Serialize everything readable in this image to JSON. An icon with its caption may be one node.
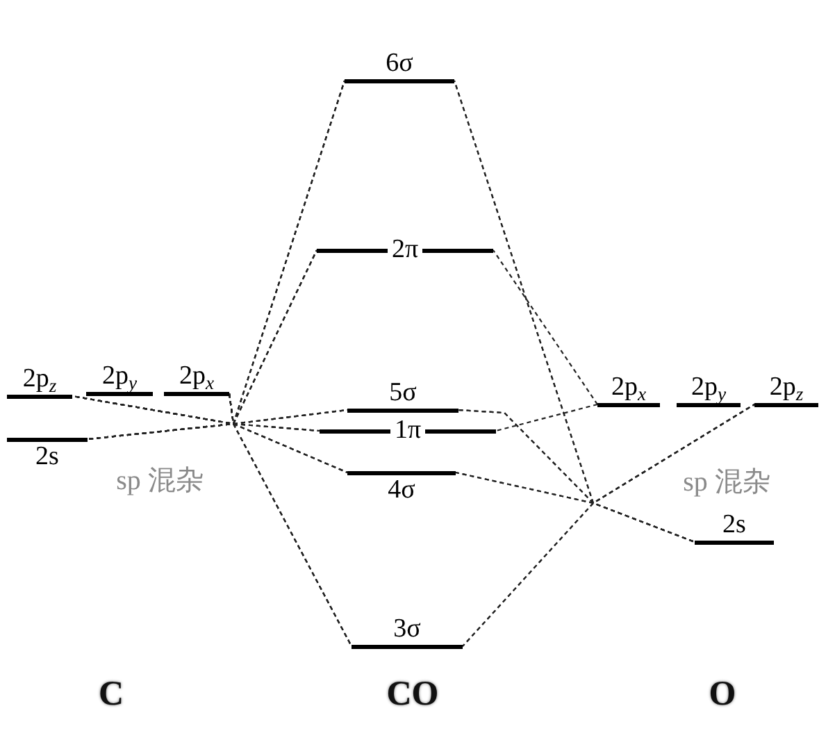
{
  "diagram": {
    "nodes": [
      {
        "text": [
          "2p$_{z}$"
        ]
      },
      {
        "text": [
          "2p$_{y}$"
        ]
      },
      {
        "text": [
          "2p$_{x}$"
        ]
      },
      {
        "text": [
          "2s"
        ]
      },
      {
        "text": [
          "6σ"
        ]
      },
      {
        "text": [
          "2π"
        ]
      },
      {
        "text": [
          "5σ"
        ]
      },
      {
        "text": [
          "1π"
        ]
      },
      {
        "text": [
          "4σ"
        ]
      },
      {
        "text": [
          "3σ"
        ]
      },
      {
        "text": [
          "2p$_{x}$"
        ]
      },
      {
        "text": [
          "2p$_{y}$"
        ]
      },
      {
        "text": [
          "2p$_{z}$"
        ]
      },
      {
        "text": [
          "2s"
        ]
      }
    ],
    "edges": [
      {
        "from": 0,
        "to": 4,
        "arrow": "none"
      },
      {
        "from": 0,
        "to": 5,
        "arrow": "none"
      },
      {
        "from": 0,
        "to": 6,
        "arrow": "none"
      },
      {
        "from": 0,
        "to": 7,
        "arrow": "none"
      },
      {
        "from": 0,
        "to": 8,
        "arrow": "none"
      },
      {
        "from": 0,
        "to": 9,
        "arrow": "none"
      },
      {
        "from": 2,
        "to": 4,
        "arrow": "none"
      },
      {
        "from": 2,
        "to": 5,
        "arrow": "none"
      },
      {
        "from": 2,
        "to": 6,
        "arrow": "none"
      },
      {
        "from": 2,
        "to": 7,
        "arrow": "none"
      },
      {
        "from": 2,
        "to": 8,
        "arrow": "none"
      },
      {
        "from": 2,
        "to": 9,
        "arrow": "none"
      },
      {
        "from": 3,
        "to": 4,
        "arrow": "none"
      },
      {
        "from": 3,
        "to": 5,
        "arrow": "none"
      },
      {
        "from": 3,
        "to": 6,
        "arrow": "none"
      },
      {
        "from": 3,
        "to": 7,
        "arrow": "none"
      },
      {
        "from": 3,
        "to": 8,
        "arrow": "none"
      },
      {
        "from": 3,
        "to": 9,
        "arrow": "none"
      },
      {
        "from": 12,
        "to": 4,
        "arrow": "none"
      },
      {
        "from": 12,
        "to": 6,
        "arrow": "none"
      },
      {
        "from": 12,
        "to": 8,
        "arrow": "none"
      },
      {
        "from": 12,
        "to": 9,
        "arrow": "none"
      },
      {
        "from": 13,
        "to": 4,
        "arrow": "none"
      },
      {
        "from": 13,
        "to": 6,
        "arrow": "none"
      },
      {
        "from": 13,
        "to": 8,
        "arrow": "none"
      },
      {
        "from": 13,
        "to": 9,
        "arrow": "none"
      },
      {
        "from": 10,
        "to": 5,
        "arrow": "none"
      },
      {
        "from": 10,
        "to": 7,
        "arrow": "none"
      }
    ],
    "labels": [
      "sp 混杂",
      "sp 混杂",
      "C",
      "CO",
      "O"
    ]
  }
}
